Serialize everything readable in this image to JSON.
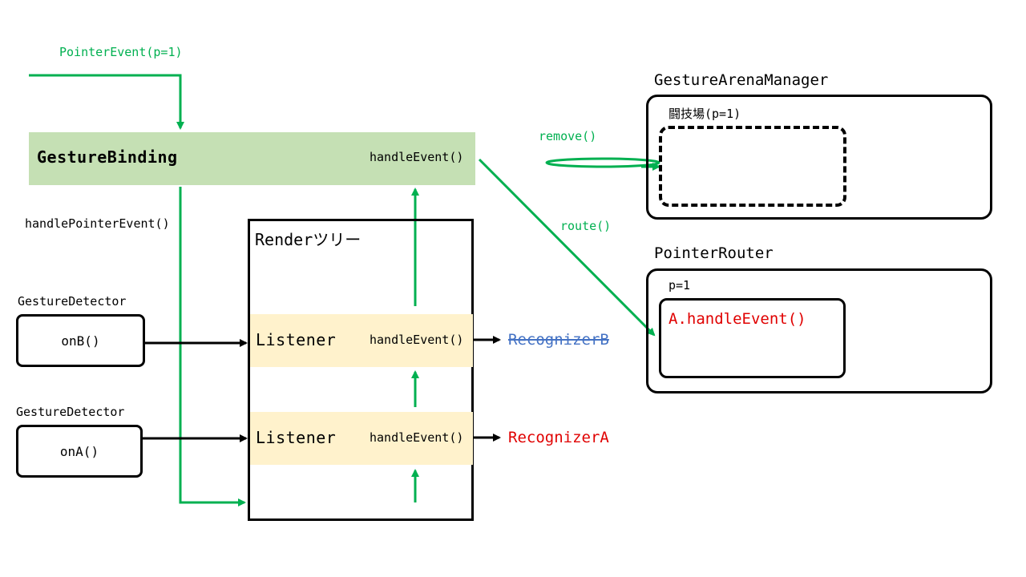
{
  "incoming_event": {
    "label": "PointerEvent(p=1)"
  },
  "gesture_binding": {
    "title": "GestureBinding",
    "handle_event": "handleEvent()",
    "dispatch_label": "handlePointerEvent()"
  },
  "render_tree": {
    "title": "Renderツリー",
    "listeners": [
      {
        "label": "Listener",
        "handle_event": "handleEvent()",
        "recognizer": "RecognizerB",
        "recognizer_struck_out": true
      },
      {
        "label": "Listener",
        "handle_event": "handleEvent()",
        "recognizer": "RecognizerA",
        "recognizer_struck_out": false
      }
    ]
  },
  "detectors": [
    {
      "title": "GestureDetector",
      "callback": "onB()"
    },
    {
      "title": "GestureDetector",
      "callback": "onA()"
    }
  ],
  "arena_manager": {
    "title": "GestureArenaManager",
    "arena_label": "闘技場(p=1)",
    "remove_label": "remove()"
  },
  "pointer_router": {
    "title": "PointerRouter",
    "route_label": "route()",
    "pointer_label": "p=1",
    "handler": "A.handleEvent()"
  },
  "colors": {
    "flow_green": "#00b050",
    "binding_fill": "#c5e0b4",
    "listener_fill": "#fff2cc",
    "recognizer_a": "#e00000",
    "recognizer_b": "#4472c4"
  }
}
